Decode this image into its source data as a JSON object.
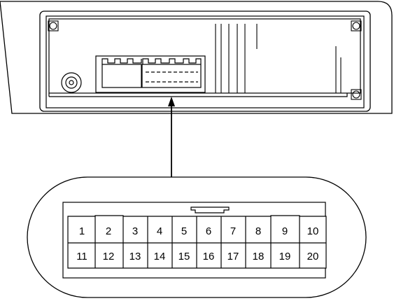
{
  "connector": {
    "top_row": [
      "1",
      "2",
      "3",
      "4",
      "5",
      "6",
      "7",
      "8",
      "9",
      "10"
    ],
    "bottom_row": [
      "11",
      "12",
      "13",
      "14",
      "15",
      "16",
      "17",
      "18",
      "19",
      "20"
    ]
  },
  "colors": {
    "line": "#000000",
    "background": "#ffffff"
  },
  "icons": [
    "mounting-screw-icon",
    "antenna-jack-icon",
    "arrow-up-icon"
  ]
}
